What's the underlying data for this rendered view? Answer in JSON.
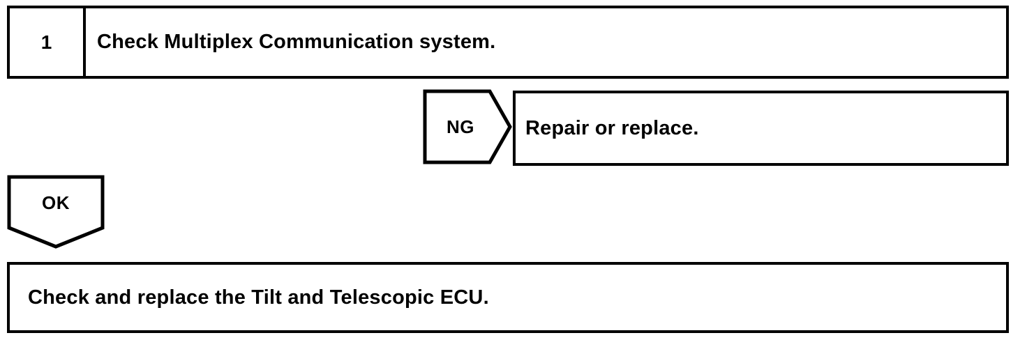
{
  "page": {
    "type": "troubleshooting-flowchart",
    "background_color": "#ffffff",
    "ink_color": "#000000"
  },
  "step": {
    "number": "1",
    "instruction": "Check Multiplex Communication system."
  },
  "branches": {
    "ng": {
      "label": "NG",
      "result": "Repair or replace."
    },
    "ok": {
      "label": "OK"
    }
  },
  "final_action": {
    "text": "Check and replace the Tilt and Telescopic ECU."
  }
}
